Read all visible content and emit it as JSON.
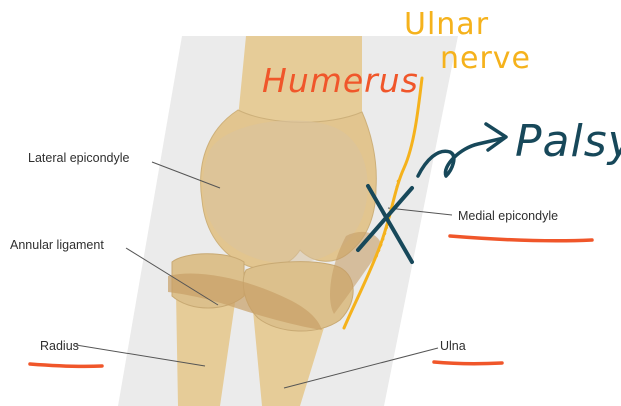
{
  "labels": {
    "lateral_epicondyle": "Lateral epicondyle",
    "annular_ligament": "Annular ligament",
    "radius": "Radius",
    "medial_epicondyle": "Medial epicondyle",
    "ulna": "Ulna"
  },
  "annotations": {
    "humerus": "Humerus",
    "ulnar": "Ulnar",
    "nerve": "nerve",
    "palsy": "Palsy"
  },
  "colors": {
    "bone": "#e6cc98",
    "background_band": "#ebebeb",
    "underline": "#f0562a",
    "nerve": "#f5b21c",
    "ink": "#17485a"
  }
}
